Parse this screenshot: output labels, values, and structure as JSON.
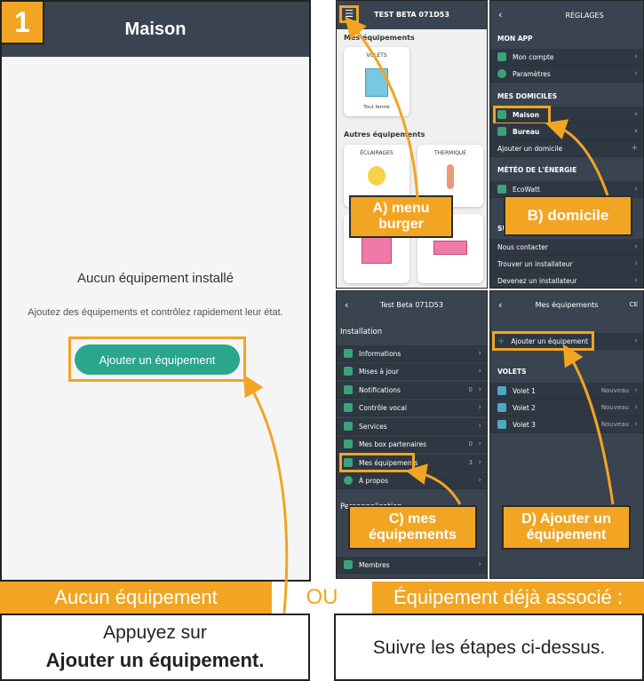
{
  "step_number": "1",
  "main_screen": {
    "title": "Maison",
    "empty_title": "Aucun équipement installé",
    "empty_desc": "Ajoutez des équipements et contrôlez rapidement leur état.",
    "add_button": "Ajouter un équipement"
  },
  "screen_a": {
    "title": "TEST BETA 071D53",
    "section_mes": "Mes équipements",
    "volets_label": "VOLETS",
    "volets_status": "Tout fermé",
    "section_autres": "Autres équipements",
    "eclairages": "ÉCLAIRAGES",
    "thermique": "THERMIQUE",
    "callout": "A) menu burger"
  },
  "screen_b": {
    "title": "RÉGLAGES",
    "mon_app": "MON APP",
    "mon_compte": "Mon compte",
    "parametres": "Paramètres",
    "mes_domiciles": "MES DOMICILES",
    "maison": "Maison",
    "bureau": "Bureau",
    "ajouter_domicile": "Ajouter un domicile",
    "meteo": "MÉTÉO DE L'ÉNERGIE",
    "ecowatt": "EcoWatt",
    "support_prefix": "SU",
    "nous_contacter": "Nous contacter",
    "trouver": "Trouver un installateur",
    "devenez": "Devenez un installateur",
    "callout": "B) domicile"
  },
  "screen_c": {
    "title": "Test Beta 071D53",
    "installation": "Installation",
    "rows": [
      {
        "label": "Informations",
        "value": ""
      },
      {
        "label": "Mises à jour",
        "value": ""
      },
      {
        "label": "Notifications",
        "value": "0"
      },
      {
        "label": "Contrôle vocal",
        "value": ""
      },
      {
        "label": "Services",
        "value": ""
      },
      {
        "label": "Mes box partenaires",
        "value": "0"
      },
      {
        "label": "Mes équipements",
        "value": "3"
      },
      {
        "label": "À propos",
        "value": ""
      }
    ],
    "personnalisation": "Personnalisation",
    "membres": "Membres",
    "callout": "C) mes équipements"
  },
  "screen_d": {
    "title": "Mes équipements",
    "add_row": "Ajouter un équipement",
    "volets": "VOLETS",
    "items": [
      {
        "label": "Volet 1",
        "status": "Nouveau"
      },
      {
        "label": "Volet 2",
        "status": "Nouveau"
      },
      {
        "label": "Volet 3",
        "status": "Nouveau"
      }
    ],
    "callout": "D) Ajouter un équipement"
  },
  "footer": {
    "left_banner": "Aucun équipement",
    "ou": "OU",
    "right_banner": "Équipement déjà associé :",
    "left_line1": "Appuyez sur",
    "left_line2": "Ajouter un équipement.",
    "right_text": "Suivre les étapes ci-dessus."
  },
  "colors": {
    "accent_orange": "#f2a523",
    "teal_button": "#2aa58e",
    "dark_header": "#3a4350"
  }
}
